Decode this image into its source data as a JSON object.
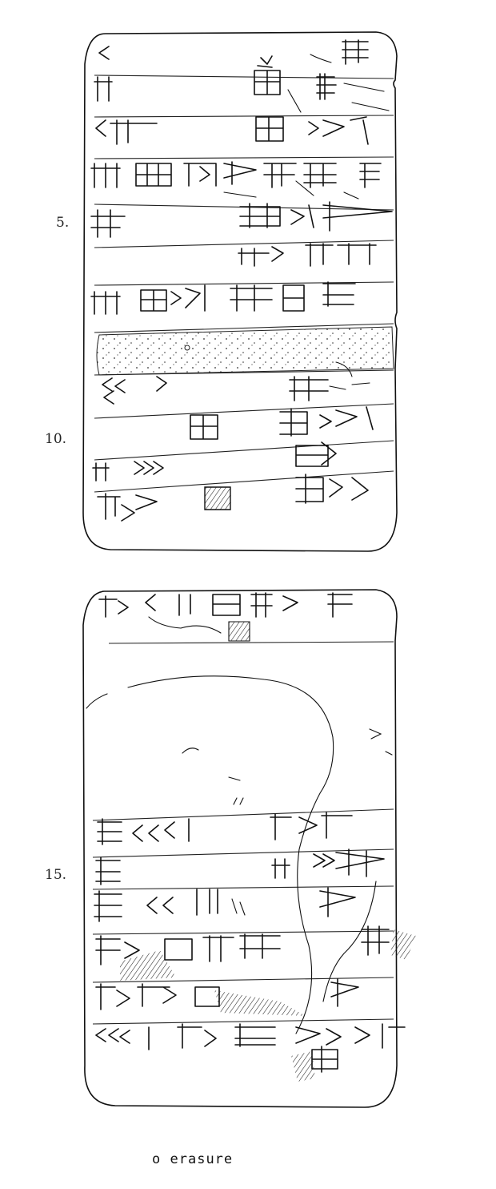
{
  "line_numbers": [
    "5.",
    "10.",
    "15."
  ],
  "legend": {
    "marker": "o",
    "text": "erasure"
  }
}
